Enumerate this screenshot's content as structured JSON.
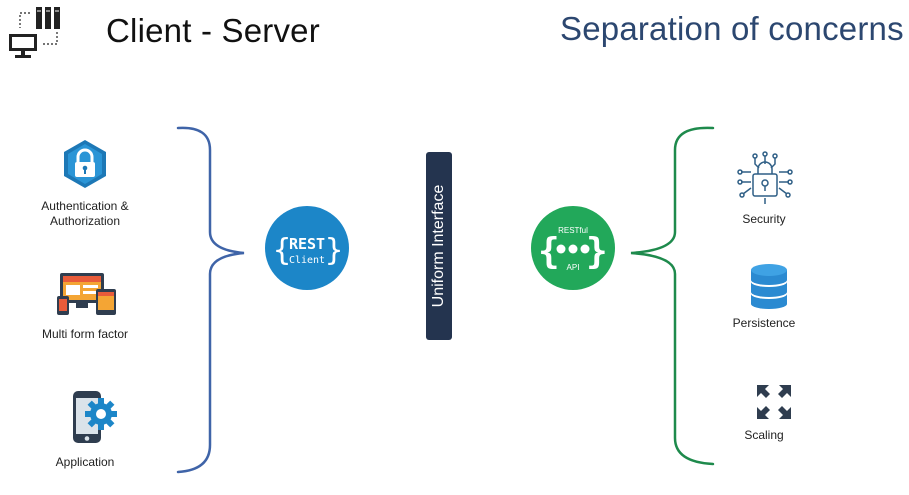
{
  "header": {
    "title": "Client - Server",
    "subtitle": "Separation of concerns",
    "icon": "client-server-icon"
  },
  "client_side": {
    "items": [
      {
        "label": "Authentication &\nAuthorization",
        "icon": "lock-shield-icon"
      },
      {
        "label": "Multi form factor",
        "icon": "multi-device-icon"
      },
      {
        "label": "Application",
        "icon": "mobile-gear-icon"
      }
    ],
    "brace_color": "#3f64a8"
  },
  "rest_client": {
    "line1": "REST",
    "line2": "Client",
    "color": "#1c86c8"
  },
  "uniform_interface": {
    "label": "Uniform Interface",
    "color": "#24344f"
  },
  "restful_api": {
    "top": "RESTful",
    "bottom": "API",
    "color": "#22a85a"
  },
  "server_side": {
    "items": [
      {
        "label": "Security",
        "icon": "circuit-lock-icon"
      },
      {
        "label": "Persistence",
        "icon": "database-icon"
      },
      {
        "label": "Scaling",
        "icon": "expand-arrows-icon"
      }
    ],
    "brace_color": "#1e8a4c"
  }
}
